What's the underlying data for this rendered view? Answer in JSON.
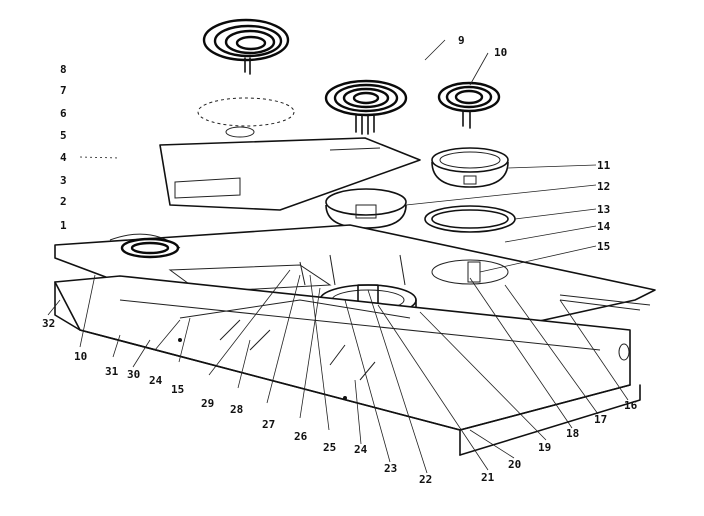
{
  "callouts": {
    "c1": "1",
    "c2": "2",
    "c3": "3",
    "c4": "4",
    "c5": "5",
    "c6": "6",
    "c7": "7",
    "c8": "8",
    "c9": "9",
    "c10a": "10",
    "c10b": "10",
    "c11": "11",
    "c12": "12",
    "c13": "13",
    "c14": "14",
    "c15a": "15",
    "c15b": "15",
    "c16": "16",
    "c17": "17",
    "c18": "18",
    "c19": "19",
    "c20": "20",
    "c21": "21",
    "c22": "22",
    "c23": "23",
    "c24a": "24",
    "c24b": "24",
    "c25": "25",
    "c26": "26",
    "c27": "27",
    "c28": "28",
    "c29": "29",
    "c30": "30",
    "c31": "31",
    "c32": "32"
  },
  "colors": {
    "ink": "#111111",
    "paper": "#ffffff"
  }
}
